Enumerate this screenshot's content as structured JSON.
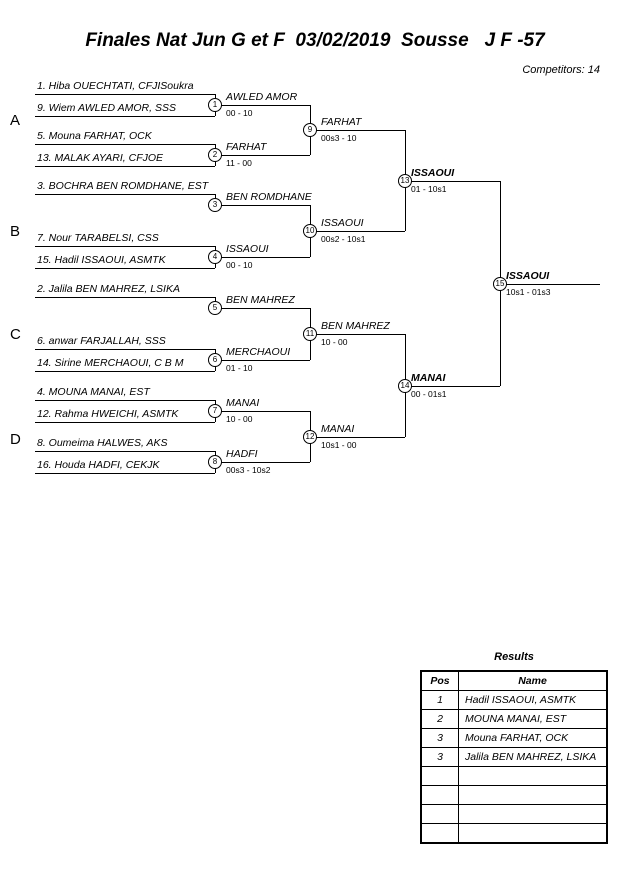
{
  "page": {
    "title": "Finales Nat Jun G et F  03/02/2019  Sousse   J F -57",
    "competitors": "Competitors: 14"
  },
  "bracket": {
    "groups": [
      "A",
      "B",
      "C",
      "D"
    ],
    "seats": [
      {
        "label": "1. Hiba OUECHTATI, CFJISoukra"
      },
      {
        "label": "9. Wiem AWLED AMOR, SSS"
      },
      {
        "label": "5. Mouna FARHAT, OCK"
      },
      {
        "label": "13. MALAK AYARI, CFJOE"
      },
      {
        "label": "3. BOCHRA BEN ROMDHANE, EST"
      },
      {
        "label": "7. Nour TARABELSI, CSS"
      },
      {
        "label": "15. Hadil ISSAOUI, ASMTK"
      },
      {
        "label": "2. Jalila BEN MAHREZ, LSIKA"
      },
      {
        "label": "6. anwar FARJALLAH, SSS"
      },
      {
        "label": "14. Sirine MERCHAOUI, C B M"
      },
      {
        "label": "4. MOUNA MANAI, EST"
      },
      {
        "label": "12. Rahma HWEICHI, ASMTK"
      },
      {
        "label": "8. Oumeima HALWES, AKS"
      },
      {
        "label": "16. Houda HADFI, CEKJK"
      }
    ],
    "matches": {
      "m1": {
        "no": "1",
        "winner": "AWLED AMOR",
        "score": "00 - 10"
      },
      "m2": {
        "no": "2",
        "winner": "FARHAT",
        "score": "11 - 00"
      },
      "m3": {
        "no": "3",
        "winner": "BEN ROMDHANE",
        "score": ""
      },
      "m4": {
        "no": "4",
        "winner": "ISSAOUI",
        "score": "00 - 10"
      },
      "m5": {
        "no": "5",
        "winner": "BEN MAHREZ",
        "score": ""
      },
      "m6": {
        "no": "6",
        "winner": "MERCHAOUI",
        "score": "01 - 10"
      },
      "m7": {
        "no": "7",
        "winner": "MANAI",
        "score": "10 - 00"
      },
      "m8": {
        "no": "8",
        "winner": "HADFI",
        "score": "00s3 - 10s2"
      },
      "m9": {
        "no": "9",
        "winner": "FARHAT",
        "score": "00s3 - 10"
      },
      "m10": {
        "no": "10",
        "winner": "ISSAOUI",
        "score": "00s2 - 10s1"
      },
      "m11": {
        "no": "11",
        "winner": "BEN MAHREZ",
        "score": "10 - 00"
      },
      "m12": {
        "no": "12",
        "winner": "MANAI",
        "score": "10s1 - 00"
      },
      "m13": {
        "no": "13",
        "winner": "ISSAOUI",
        "score": "01 - 10s1"
      },
      "m14": {
        "no": "14",
        "winner": "MANAI",
        "score": "00 - 01s1"
      },
      "m15": {
        "no": "15",
        "winner": "ISSAOUI",
        "score": "10s1 - 01s3"
      }
    }
  },
  "results": {
    "title": "Results",
    "headers": {
      "pos": "Pos",
      "name": "Name"
    },
    "rows": [
      {
        "pos": "1",
        "name": "Hadil ISSAOUI, ASMTK"
      },
      {
        "pos": "2",
        "name": "MOUNA MANAI, EST"
      },
      {
        "pos": "3",
        "name": "Mouna FARHAT, OCK"
      },
      {
        "pos": "3",
        "name": "Jalila BEN MAHREZ, LSIKA"
      }
    ]
  }
}
